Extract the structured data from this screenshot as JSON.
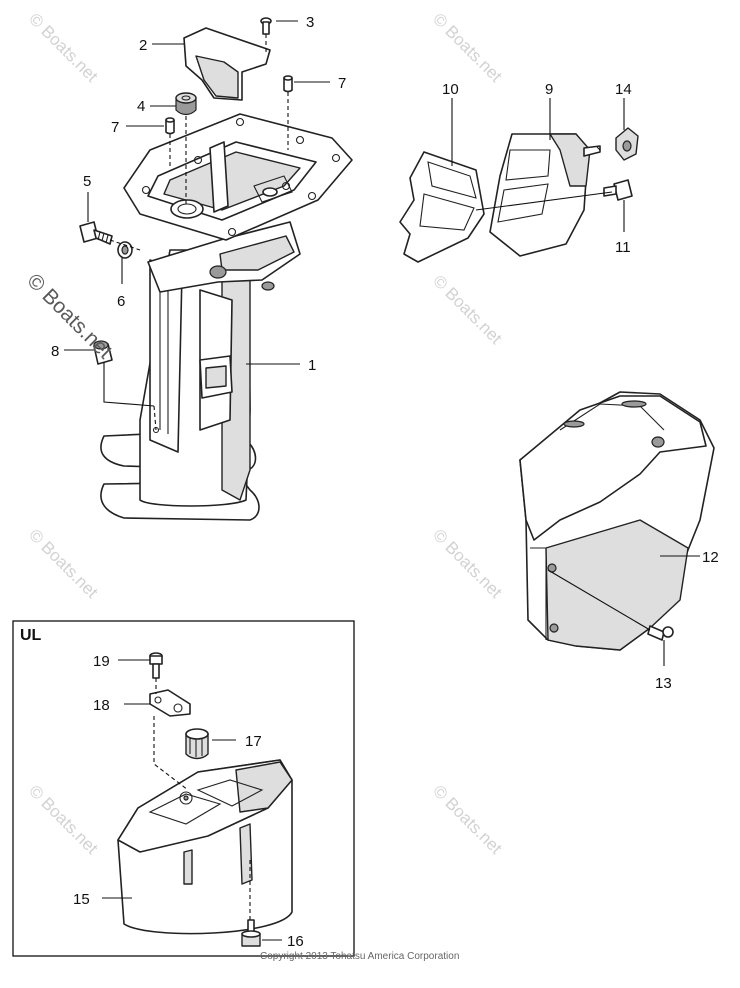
{
  "watermark": {
    "text": "© Boats.net",
    "text_small": "© Boats.net"
  },
  "inset": {
    "title": "UL"
  },
  "copyright": "Copyright 2013 Tohatsu America Corporation",
  "callouts": {
    "c1": "1",
    "c2": "2",
    "c3": "3",
    "c4": "4",
    "c5": "5",
    "c6": "6",
    "c7a": "7",
    "c7b": "7",
    "c8": "8",
    "c9": "9",
    "c10": "10",
    "c11": "11",
    "c12": "12",
    "c13": "13",
    "c14": "14",
    "c15": "15",
    "c16": "16",
    "c17": "17",
    "c18": "18",
    "c19": "19"
  }
}
